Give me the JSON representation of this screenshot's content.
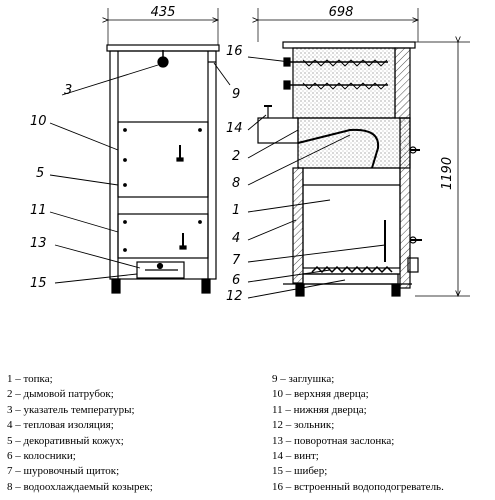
{
  "dimensions": {
    "front_width": "435",
    "side_depth": "698",
    "height": "1190"
  },
  "callouts": {
    "front_left": [
      "3",
      "10",
      "5",
      "11",
      "13",
      "15"
    ],
    "front_right": [
      "9"
    ],
    "side_left": [
      "16",
      "14",
      "2",
      "8",
      "1",
      "4",
      "7",
      "6",
      "12"
    ]
  },
  "legend": {
    "left": [
      "1 – топка;",
      "2 – дымовой патрубок;",
      "3 – указатель температуры;",
      "4 – тепловая изоляция;",
      "5 – декоративный кожух;",
      "6 – колосники;",
      "7 – шуровочный щиток;",
      "8 – водоохлаждаемый козырек;"
    ],
    "right": [
      "9 – заглушка;",
      "10 – верхняя дверца;",
      "11 – нижняя дверца;",
      "12 – зольник;",
      "13 – поворотная заслонка;",
      "14 – винт;",
      "15 – шибер;",
      "16 – встроенный водоподогреватель."
    ]
  }
}
